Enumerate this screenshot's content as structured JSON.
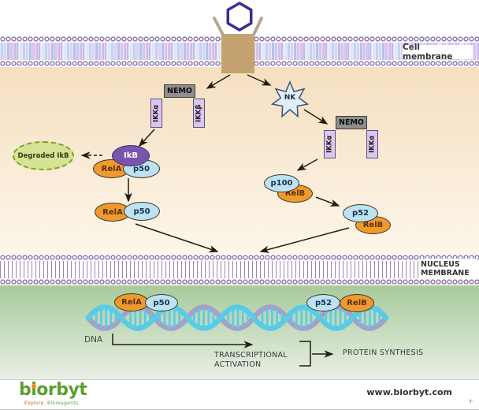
{
  "membranes": {
    "cell_label": "Cell membrane",
    "nucleus_label_line1": "NUCLEUS",
    "nucleus_label_line2": "MEMBRANE"
  },
  "pathway": {
    "nemo_left": "NEMO",
    "ikk_alpha_left": "IKKα",
    "ikk_beta_left": "IKKβ",
    "nk_star": "NK",
    "nemo_right": "NEMO",
    "ikk_alpha_right1": "IKKα",
    "ikk_alpha_right2": "IKKα",
    "ikb": "IkB",
    "rela_complex": "RelA",
    "p50_complex": "p50",
    "degraded_ikb": "Degraded IkB",
    "rela_free": "RelA",
    "p50_free": "p50",
    "p100": "p100",
    "relb_p100": "RelB",
    "p52": "p52",
    "relb_p52": "RelB"
  },
  "nucleus": {
    "rela_dna": "RelA",
    "p50_dna": "p50",
    "p52_dna": "p52",
    "relb_dna": "RelB",
    "dna_label": "DNA",
    "transcriptional_line1": "TRANSCRIPTIONAL",
    "transcriptional_line2": "ACTIVATION",
    "protein_synthesis": "PROTEIN SYNTHESIS"
  },
  "footer": {
    "logo_text": "biorbyt",
    "tagline_word1": "Explore.",
    "tagline_word2": "Bioreagents.",
    "website": "www.biorbyt.com",
    "corner_mark": "+"
  },
  "colors": {
    "orange_node": "#F09A2E",
    "blue_node": "#BDE3F2",
    "purple_node": "#7A55B0",
    "gray_node": "#8F8F8F",
    "lavender_node": "#DCC6F0",
    "degraded_fill": "#D6E395",
    "cytoplasm_top": "#f5dfc0",
    "nucleus_green": "#a7cb9b",
    "dna_cyan": "#58cbe7",
    "dna_purple": "#a79ec9",
    "logo_green": "#5aa02c",
    "logo_dot_orange": "#f08a1e",
    "arrow": "#241c10"
  }
}
